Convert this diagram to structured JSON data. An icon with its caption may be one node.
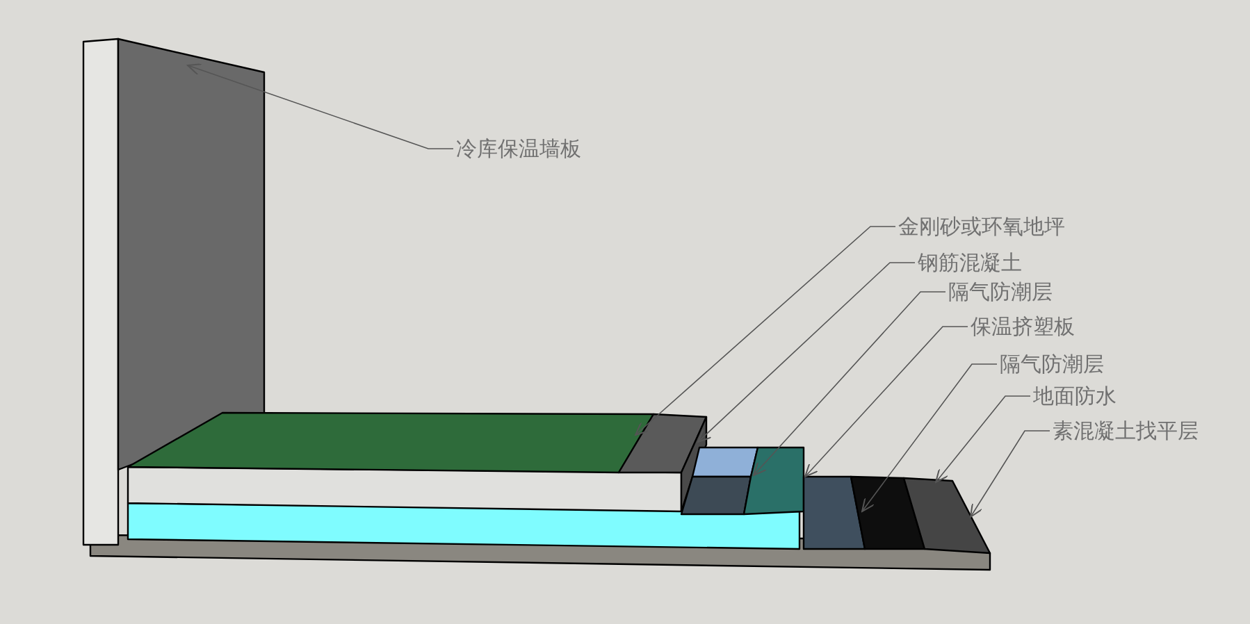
{
  "diagram": {
    "nodes": [
      {
        "text": [
          "冷库保温墙板"
        ]
      },
      {
        "text": [
          "金刚砂或环氧地坪"
        ]
      },
      {
        "text": [
          "钢筋混凝土"
        ]
      },
      {
        "text": [
          "隔气防潮层"
        ]
      },
      {
        "text": [
          "保温挤塑板"
        ]
      },
      {
        "text": [
          "隔气防潮层"
        ]
      },
      {
        "text": [
          "地面防水"
        ]
      },
      {
        "text": [
          "素混凝土找平层"
        ]
      }
    ],
    "edges": [
      {
        "from": 0,
        "to": null,
        "arrow": "to"
      },
      {
        "from": 1,
        "to": null,
        "arrow": "to"
      },
      {
        "from": 2,
        "to": null,
        "arrow": "to"
      },
      {
        "from": 3,
        "to": null,
        "arrow": "to"
      },
      {
        "from": 4,
        "to": null,
        "arrow": "to"
      },
      {
        "from": 5,
        "to": null,
        "arrow": "to"
      },
      {
        "from": 6,
        "to": null,
        "arrow": "to"
      },
      {
        "from": 7,
        "to": null,
        "arrow": "to"
      }
    ]
  }
}
